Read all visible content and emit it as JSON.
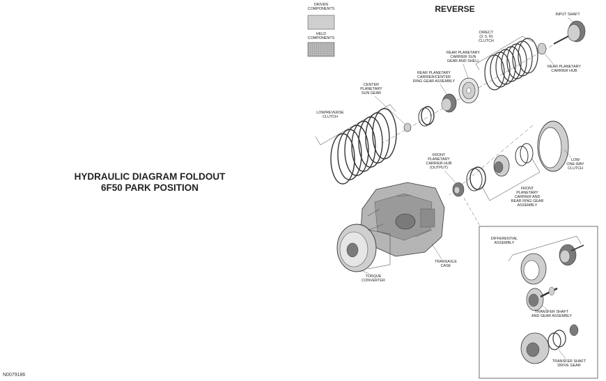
{
  "left_title": {
    "line1": "HYDRAULIC DIAGRAM FOLDOUT",
    "line2": "6F50 PARK POSITION"
  },
  "figure_id": "N0079186",
  "diagram": {
    "title": "REVERSE",
    "legend": {
      "driven": [
        "DRIVEN",
        "COMPONENTS"
      ],
      "held": [
        "HELD",
        "COMPONENTS"
      ]
    },
    "labels": {
      "input_shaft": [
        "INPUT SHAFT"
      ],
      "rear_planetary_carrier_hub": [
        "REAR PLANETARY",
        "CARRIER HUB"
      ],
      "direct_clutch": [
        "DIRECT",
        "(3, 5, R)",
        "CLUTCH"
      ],
      "rear_planetary_sun_gear": [
        "REAR PLANETARY",
        "CARRIER SUN",
        "GEAR AND SHELL"
      ],
      "rear_planetary_ring_gear": [
        "REAR PLANETARY",
        "CARRIER/CENTER",
        "RING GEAR ASSEMBLY"
      ],
      "center_planetary_sun_gear": [
        "CENTER",
        "PLANETARY",
        "SUN GEAR"
      ],
      "low_reverse_clutch": [
        "LOW/REVERSE",
        "CLUTCH"
      ],
      "front_planetary_carrier_hub": [
        "FRONT",
        "PLANETARY",
        "CARRIER HUB",
        "(OUTPUT)"
      ],
      "low_one_way_clutch": [
        "LOW",
        "ONE-WAY",
        "CLUTCH"
      ],
      "front_planetary_carrier": [
        "FRONT",
        "PLANETARY",
        "CARRIER AND",
        "REAR RING GEAR",
        "ASSEMBLY"
      ],
      "transaxle_case": [
        "TRANSAXLE",
        "CASE"
      ],
      "torque_converter": [
        "TORQUE",
        "CONVERTER"
      ],
      "differential_assembly": [
        "DIFFERENTIAL",
        "ASSEMBLY"
      ],
      "transfer_shaft_gear_assembly": [
        "TRANSFER SHAFT",
        "AND GEAR ASSEMBLY"
      ],
      "transfer_shaft_drive_gear": [
        "TRANSFER SHAFT",
        "DRIVE GEAR"
      ]
    },
    "colors": {
      "line": "#333333",
      "driven_fill": "#cfcfcf",
      "held_fill": "#9c9c9c",
      "part_fill": "#e6e6e6",
      "dark_fill": "#7a7a7a"
    }
  }
}
